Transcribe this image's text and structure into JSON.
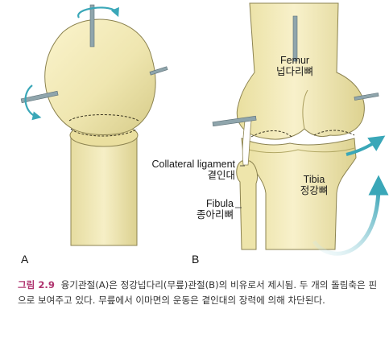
{
  "labels": {
    "femur_en": "Femur",
    "femur_ko": "넙다리뼈",
    "collateral_en": "Collateral ligament",
    "collateral_ko": "곁인대",
    "tibia_en": "Tibia",
    "tibia_ko": "정강뼈",
    "fibula_en": "Fibula",
    "fibula_ko": "종아리뼈",
    "panel_a": "A",
    "panel_b": "B"
  },
  "caption": {
    "figure_number": "그림 2.9",
    "text": "융기관절(A)은 정강넙다리(무릎)관절(B)의 비유로서 제시됨. 두 개의 돌림축은 핀으로 보여주고 있다. 무릎에서 이마면의 운동은 곁인대의 장력에 의해 차단된다."
  },
  "colors": {
    "bone": "#efe7b4",
    "bone_shadow": "#d9cf8f",
    "outline": "#8c8350",
    "pin": "#8fa5ac",
    "arrow": "#3aa7b8"
  }
}
